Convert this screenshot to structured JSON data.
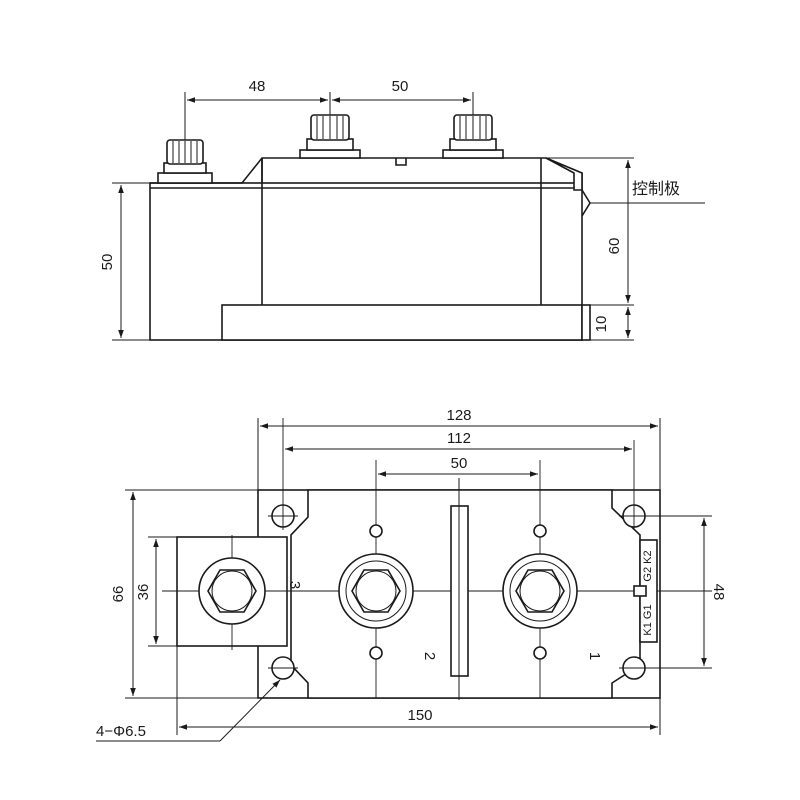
{
  "side_view": {
    "dim_terminal_left": "48",
    "dim_terminal_right": "50",
    "dim_total_height": "50",
    "dim_height_right": "60",
    "dim_base_height": "10",
    "gate_label": "控制极"
  },
  "top_view": {
    "dim_width_128": "128",
    "dim_width_112": "112",
    "dim_terminal_spacing": "50",
    "dim_height_66": "66",
    "dim_height_36": "36",
    "dim_height_48": "48",
    "dim_length_150": "150",
    "hole_note": "4−Φ6.5",
    "terminal_3": "3",
    "terminal_2": "2",
    "terminal_1": "1",
    "gate_top": "G2 K2",
    "gate_bottom": "K1 G1"
  }
}
